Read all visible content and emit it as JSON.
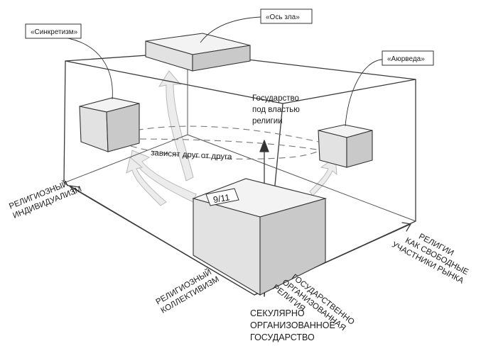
{
  "labels": {
    "syncretism": "«Синкретизм»",
    "axis_of_evil": "«Ось зла»",
    "ayurveda": "«Аюрведа»",
    "state_under_religion": [
      "Государство",
      "под властью",
      "религии"
    ],
    "interdependent": "зависят друг от друга",
    "sept11": "9/11",
    "religious_individualism": [
      "РЕЛИГИОЗНЫЙ",
      "ИНДИВИДУАЛИЗМ"
    ],
    "religious_collectivism": [
      "РЕЛИГИОЗНЫЙ",
      "КОЛЛЕКТИВИЗМ"
    ],
    "state_organized_religion": [
      "ГОСУДАРСТВЕННО",
      "ОРГАНИЗОВАННАЯ",
      "РЕЛИГИЯ"
    ],
    "religions_free_market": [
      "РЕЛИГИИ",
      "КАК СВОБОДНЫЕ",
      "УЧАСТНИКИ РЫНКА"
    ],
    "secular_state": [
      "СЕКУЛЯРНО",
      "ОРГАНИЗОВАННОЕ",
      "ГОСУДАРСТВО"
    ]
  },
  "colors": {
    "line": "#333333",
    "box_top": "#f3f3f3",
    "box_front": "#e2e2e2",
    "box_side": "#c9c9c9",
    "arrow_fill": "#ececec"
  }
}
